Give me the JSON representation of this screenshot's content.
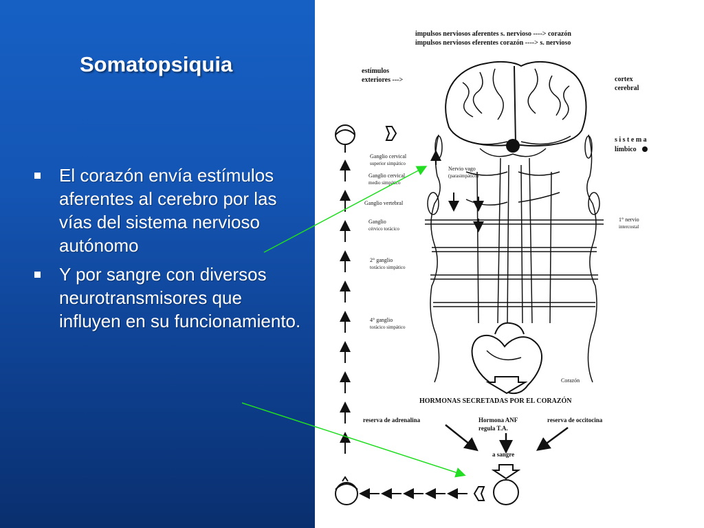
{
  "slide": {
    "title": "Somatopsiquia",
    "bullets": [
      "El corazón envía estímulos aferentes al cerebro por las vías del sistema nervioso autónomo",
      "Y por sangre con diversos neurotransmisores que influyen en su funcionamiento."
    ]
  },
  "figure": {
    "legend_line1": "impulsos nerviosos aferentes s. nervioso ----> corazón",
    "legend_line2": "impulsos nerviosos eferentes corazón ----> s. nervioso",
    "estimulos_1": "estímulos",
    "estimulos_2": "exteriores --->",
    "cortex_1": "cortex",
    "cortex_2": "cerebral",
    "sistema_1": "s i s t e m a",
    "sistema_2": "límbico",
    "ganglio_cervical_sup_1": "Ganglio cervical",
    "ganglio_cervical_sup_2": "superior simpático",
    "nervio_vago_1": "Nervio vago",
    "nervio_vago_2": "(parasimpático)",
    "ganglio_cervical_medio_1": "Ganglio cervical",
    "ganglio_cervical_medio_2": "medio simpático",
    "ganglio_vertebral": "Ganglio vertebral",
    "ganglio_cervico_toracico_1": "Ganglio",
    "ganglio_cervico_toracico_2": "cérvico torácico",
    "primer_nervio_1": "1° nervio",
    "primer_nervio_2": "intercostal",
    "segundo_ganglio_1": "2° ganglio",
    "segundo_ganglio_2": "torácico simpático",
    "cuarto_ganglio_1": "4° ganglio",
    "cuarto_ganglio_2": "torácico simpático",
    "corazon": "Corazón",
    "hormonas": "HORMONAS SECRETADAS POR EL CORAZÓN",
    "reserva_adrenalina": "reserva de adrenalina",
    "hormona_anf_1": "Hormona ANF",
    "hormona_anf_2": "regula T.A.",
    "reserva_occitocina": "reserva de occitocina",
    "a_sangre": "a sangre"
  },
  "colors": {
    "background_top": "#1660c4",
    "background_bottom": "#0a2f6e",
    "pointer_line": "#22dd22",
    "text": "#ffffff"
  }
}
